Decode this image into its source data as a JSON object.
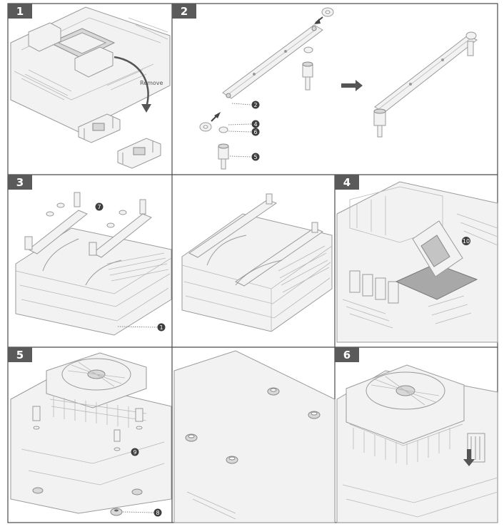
{
  "steps": {
    "s1": "1",
    "s2": "2",
    "s3": "3",
    "s4": "4",
    "s5": "5",
    "s6": "6"
  },
  "remove_label": "Remove",
  "callouts": {
    "c1": "1",
    "c2": "2",
    "c4": "4",
    "c5": "5",
    "c6": "6",
    "c7": "7",
    "c8": "8",
    "c9": "9",
    "c10": "10"
  },
  "colors": {
    "badge": "#5a5a5a",
    "callout": "#3e3e3e",
    "arrow": "#555555",
    "panel_border": "#4a4a4a"
  }
}
